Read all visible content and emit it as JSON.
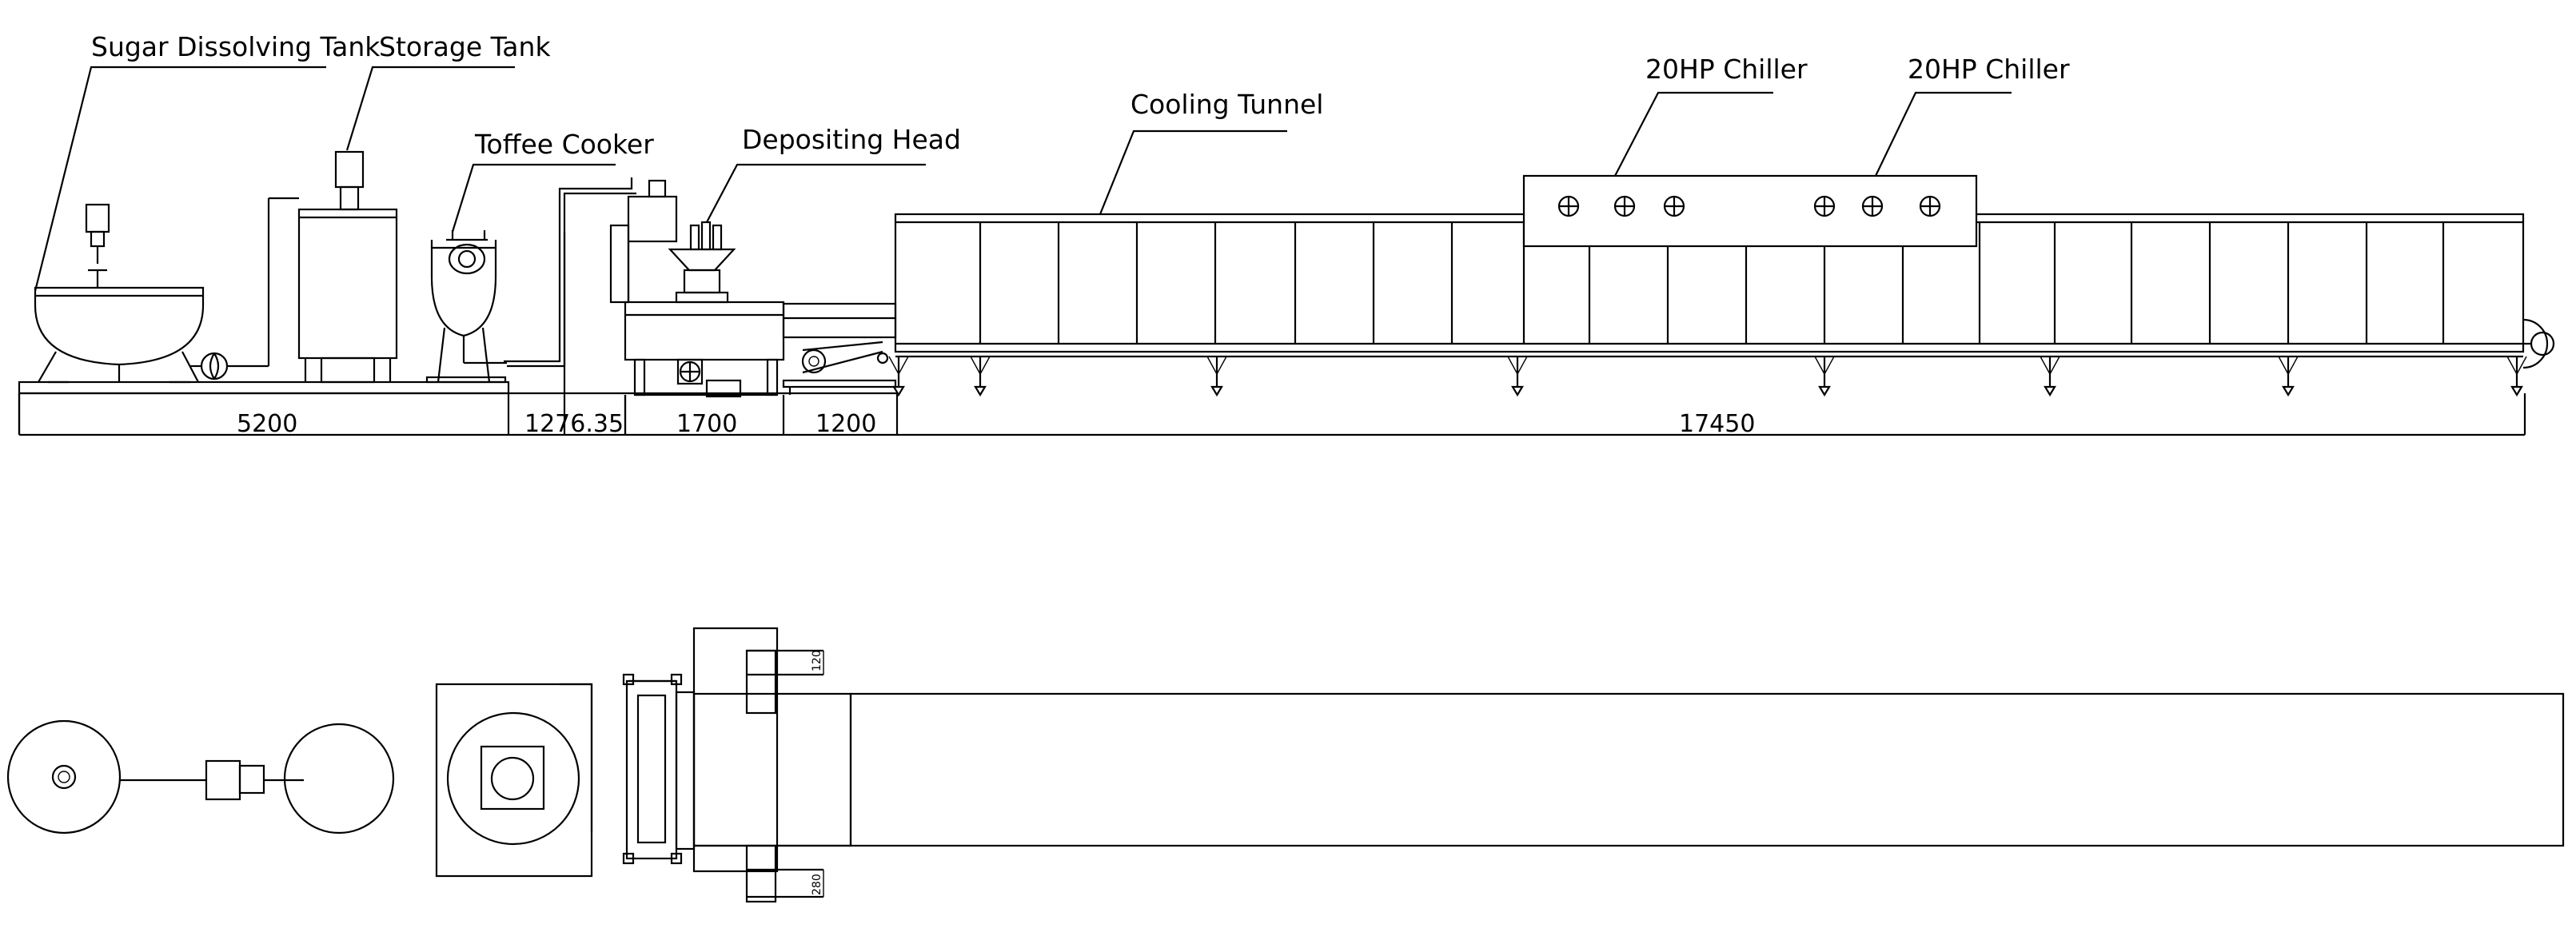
{
  "labels": {
    "sugar_dissolving_tank": "Sugar Dissolving Tank",
    "storage_tank": "Storage Tank",
    "toffee_cooker": "Toffee Cooker",
    "depositing_head": "Depositing Head",
    "cooling_tunnel": "Cooling Tunnel",
    "chiller_1": "20HP Chiller",
    "chiller_2": "20HP Chiller"
  },
  "dimensions": {
    "d1": "5200",
    "d2": "1276.35",
    "d3": "1700",
    "d4": "1200",
    "d5": "17450"
  },
  "plan_dims": {
    "top": "120",
    "bottom": "280"
  }
}
